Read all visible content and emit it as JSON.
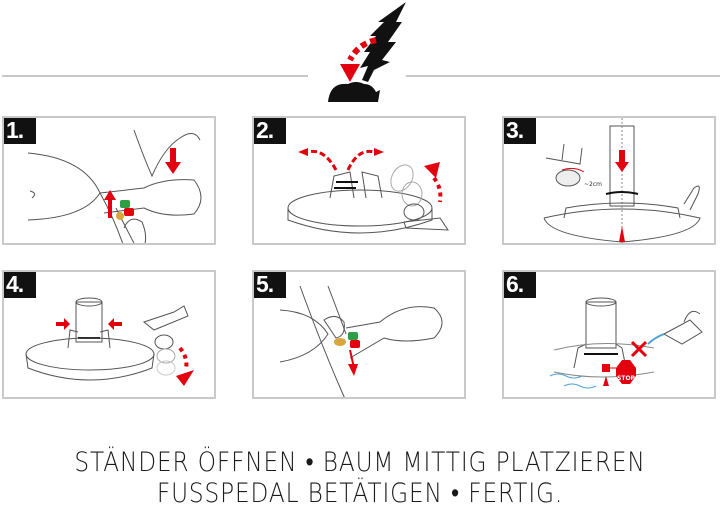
{
  "header": {
    "icon": "tree-into-stand-icon",
    "colors": {
      "accent": "#e3000f",
      "ink": "#111111",
      "rule": "#c8c8c8"
    }
  },
  "steps": [
    {
      "number": "1.",
      "icon": "press-release-button-icon"
    },
    {
      "number": "2.",
      "icon": "open-stand-pedal-up-icon"
    },
    {
      "number": "3.",
      "icon": "insert-trunk-center-icon",
      "note": "~2cm"
    },
    {
      "number": "4.",
      "icon": "foot-pedal-clamp-icon"
    },
    {
      "number": "5.",
      "icon": "lock-release-button-icon"
    },
    {
      "number": "6.",
      "icon": "water-fill-stop-icon",
      "stop_label": "STOP"
    }
  ],
  "caption": {
    "line1": "STÄNDER ÖFFNEN • BAUM MITTIG PLATZIEREN",
    "line2": "FUSSPEDAL BETÄTIGEN • FERTIG."
  }
}
